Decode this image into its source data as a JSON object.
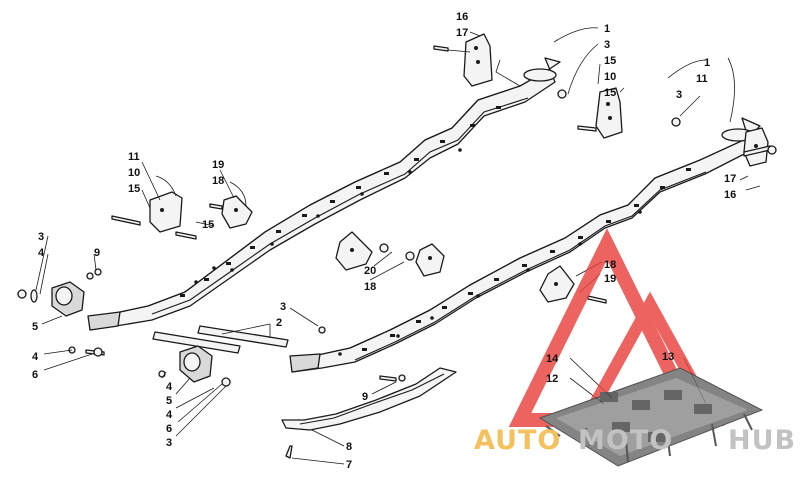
{
  "callouts": {
    "c16a": "16",
    "c17a": "17",
    "c1a": "1",
    "c3a": "3",
    "c15a": "15",
    "c10a": "10",
    "c15b": "15",
    "c1b": "1",
    "c11a": "11",
    "c3b": "3",
    "c17b": "17",
    "c16b": "16",
    "c11b": "11",
    "c10b": "10",
    "c15c": "15",
    "c19a": "19",
    "c18a": "18",
    "c15d": "15",
    "c3c": "3",
    "c4a": "4",
    "c9a": "9",
    "c20": "20",
    "c18b": "18",
    "c18c": "18",
    "c19b": "19",
    "c5a": "5",
    "c4b": "4",
    "c6a": "6",
    "c3d": "3",
    "c2": "2",
    "c4c": "4",
    "c5b": "5",
    "c4d": "4",
    "c6b": "6",
    "c3e": "3",
    "c9b": "9",
    "c8": "8",
    "c7": "7",
    "c14": "14",
    "c12": "12",
    "c13": "13"
  },
  "watermark": {
    "word_a": "AUTO",
    "word_b": "MOTO",
    "word_c": "HUB",
    "color_red": "#e8413c",
    "color_gold": "#f3b43b",
    "color_gray": "#b5b5b5"
  }
}
